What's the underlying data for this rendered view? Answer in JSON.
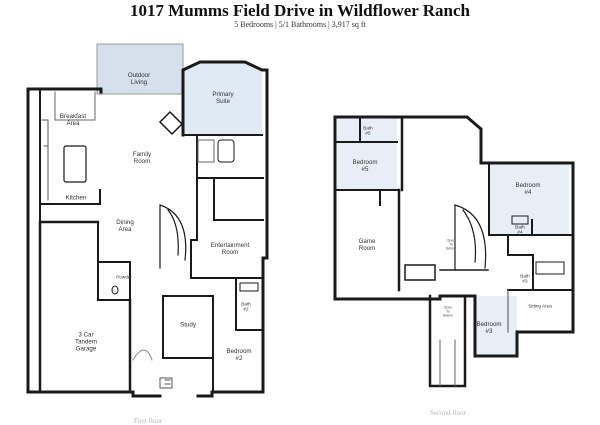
{
  "header": {
    "title": "1017 Mumms Field Drive in Wildflower Ranch",
    "subtitle": "5 Bedrooms | 5/1 Bathrooms | 3,917 sq ft"
  },
  "floors": {
    "first": "First floor",
    "second": "Second floor"
  },
  "rooms": {
    "outdoor_living": "Outdoor\nLiving",
    "primary_suite": "Primary\nSuite",
    "breakfast_area": "Breakfast\nArea",
    "family_room": "Family\nRoom",
    "kitchen": "Kitchen",
    "dining_area": "Dining\nArea",
    "entertainment_room": "Entertainment\nRoom",
    "powder": "Powder",
    "bath_2": "Bath\n#2",
    "garage": "3 Car\nTandem\nGarage",
    "study": "Study",
    "bedroom_2": "Bedroom\n#2",
    "bath_5": "Bath\n#5",
    "bedroom_5": "Bedroom\n#5",
    "game_room": "Game\nRoom",
    "open_to_below_1": "Open\nTo\nBelow",
    "bedroom_4": "Bedroom\n#4",
    "bath_4": "Bath\n#4",
    "bath_3": "Bath\n#3",
    "sitting_area": "Sitting Area",
    "open_to_below_2": "Open\nTo\nBelow",
    "bedroom_3": "Bedroom\n#3"
  },
  "colors": {
    "wall": "#1a1a1a",
    "thin_line": "#7a7a7a",
    "outdoor_fill": "#d5e0ec",
    "suite_fill": "#e0eaf4",
    "bedroom_fill": "#e8eef6"
  }
}
